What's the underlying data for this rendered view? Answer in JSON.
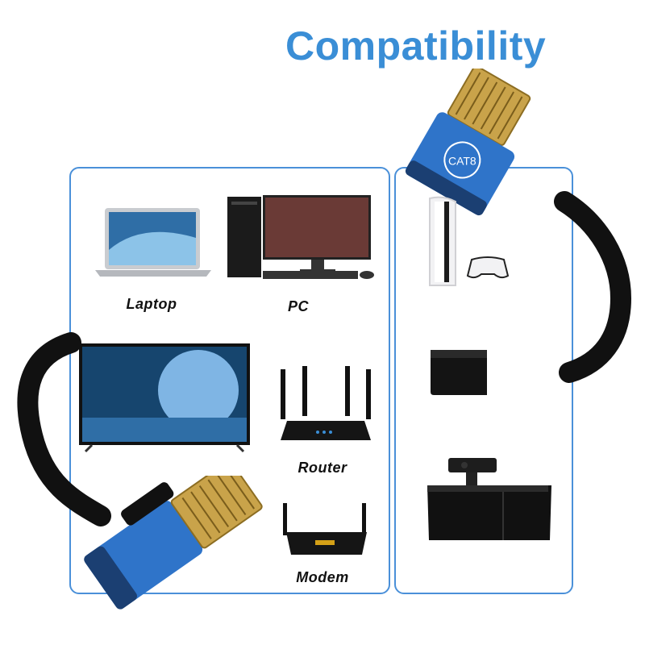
{
  "title": "Compatibility",
  "colors": {
    "title": "#3a8ed6",
    "panel_border": "#4a90d9",
    "connector_blue": "#2f74c9",
    "cable": "#111111",
    "gold": "#c9a34a"
  },
  "connector_label": "CAT8",
  "devices": {
    "laptop": "Laptop",
    "pc": "PC",
    "router": "Router",
    "modem": "Modem"
  },
  "icons": [
    "laptop-icon",
    "desktop-pc-icon",
    "tv-icon",
    "router-icon",
    "modem-icon",
    "game-console-icon",
    "handheld-console-icon",
    "xbox-console-icon",
    "ethernet-connector-icon"
  ]
}
